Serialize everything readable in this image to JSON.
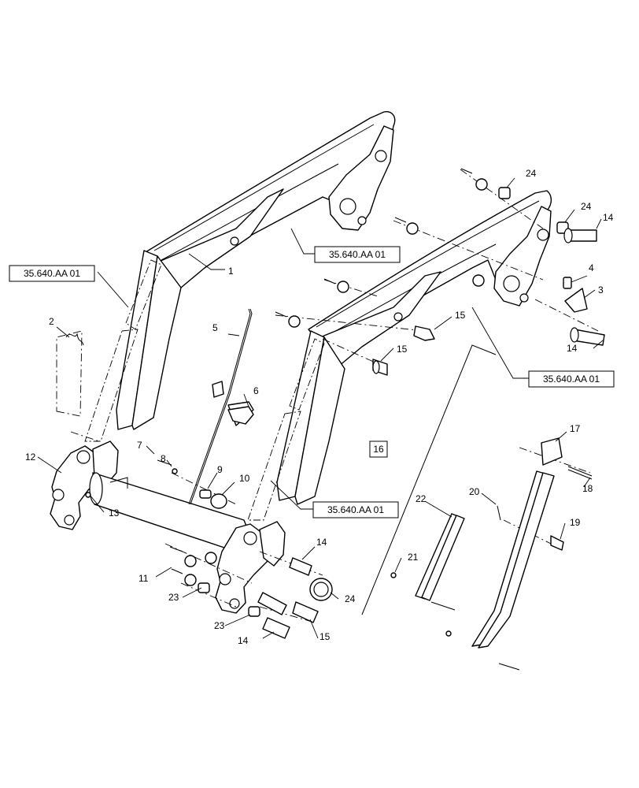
{
  "callouts": {
    "n1": "1",
    "n2": "2",
    "n3": "3",
    "n4": "4",
    "n5": "5",
    "n6": "6",
    "n7": "7",
    "n8": "8",
    "n9": "9",
    "n10": "10",
    "n11": "11",
    "n12": "12",
    "n13": "13",
    "n14a": "14",
    "n14b": "14",
    "n14c": "14",
    "n14d": "14",
    "n15a": "15",
    "n15b": "15",
    "n15c": "15",
    "n16": "16",
    "n17": "17",
    "n18": "18",
    "n19": "19",
    "n20": "20",
    "n21": "21",
    "n22": "22",
    "n23a": "23",
    "n23b": "23",
    "n24a": "24",
    "n24b": "24",
    "n24c": "24"
  },
  "references": {
    "ref_left": "35.640.AA 01",
    "ref_top": "35.640.AA 01",
    "ref_right": "35.640.AA 01",
    "ref_bottom": "35.640.AA 01"
  }
}
